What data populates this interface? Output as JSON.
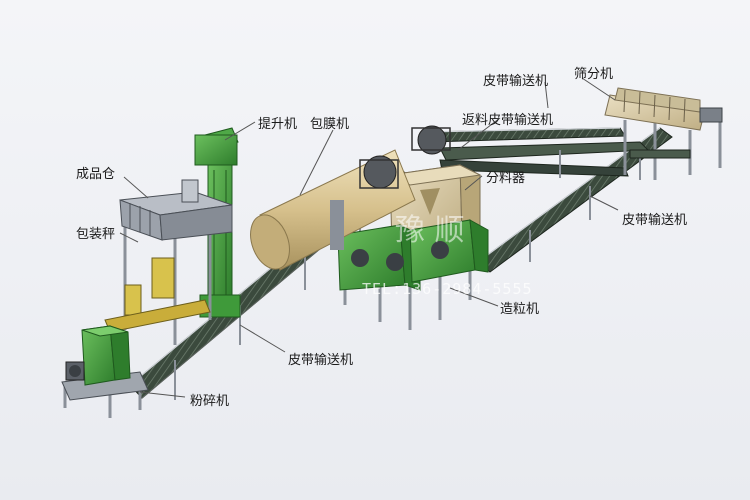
{
  "labels": {
    "finished_bin": "成品仓",
    "packing_scale": "包装秤",
    "elevator": "提升机",
    "coating_machine": "包膜机",
    "belt_conveyor_top": "皮带输送机",
    "return_belt_conveyor": "返料皮带输送机",
    "screening_machine": "筛分机",
    "distributor": "分料器",
    "belt_conveyor_right": "皮带输送机",
    "granulator": "造粒机",
    "belt_conveyor_bottom": "皮带输送机",
    "crusher": "粉碎机"
  },
  "watermark": {
    "text": "TEL:136-2984-5555",
    "brand": "豫 顺"
  },
  "colors": {
    "machine_green": "#3f9a3a",
    "belt_dark": "#2f3a30",
    "frame_gray": "#9aa0a8",
    "drum_tan": "#d9c79a"
  }
}
